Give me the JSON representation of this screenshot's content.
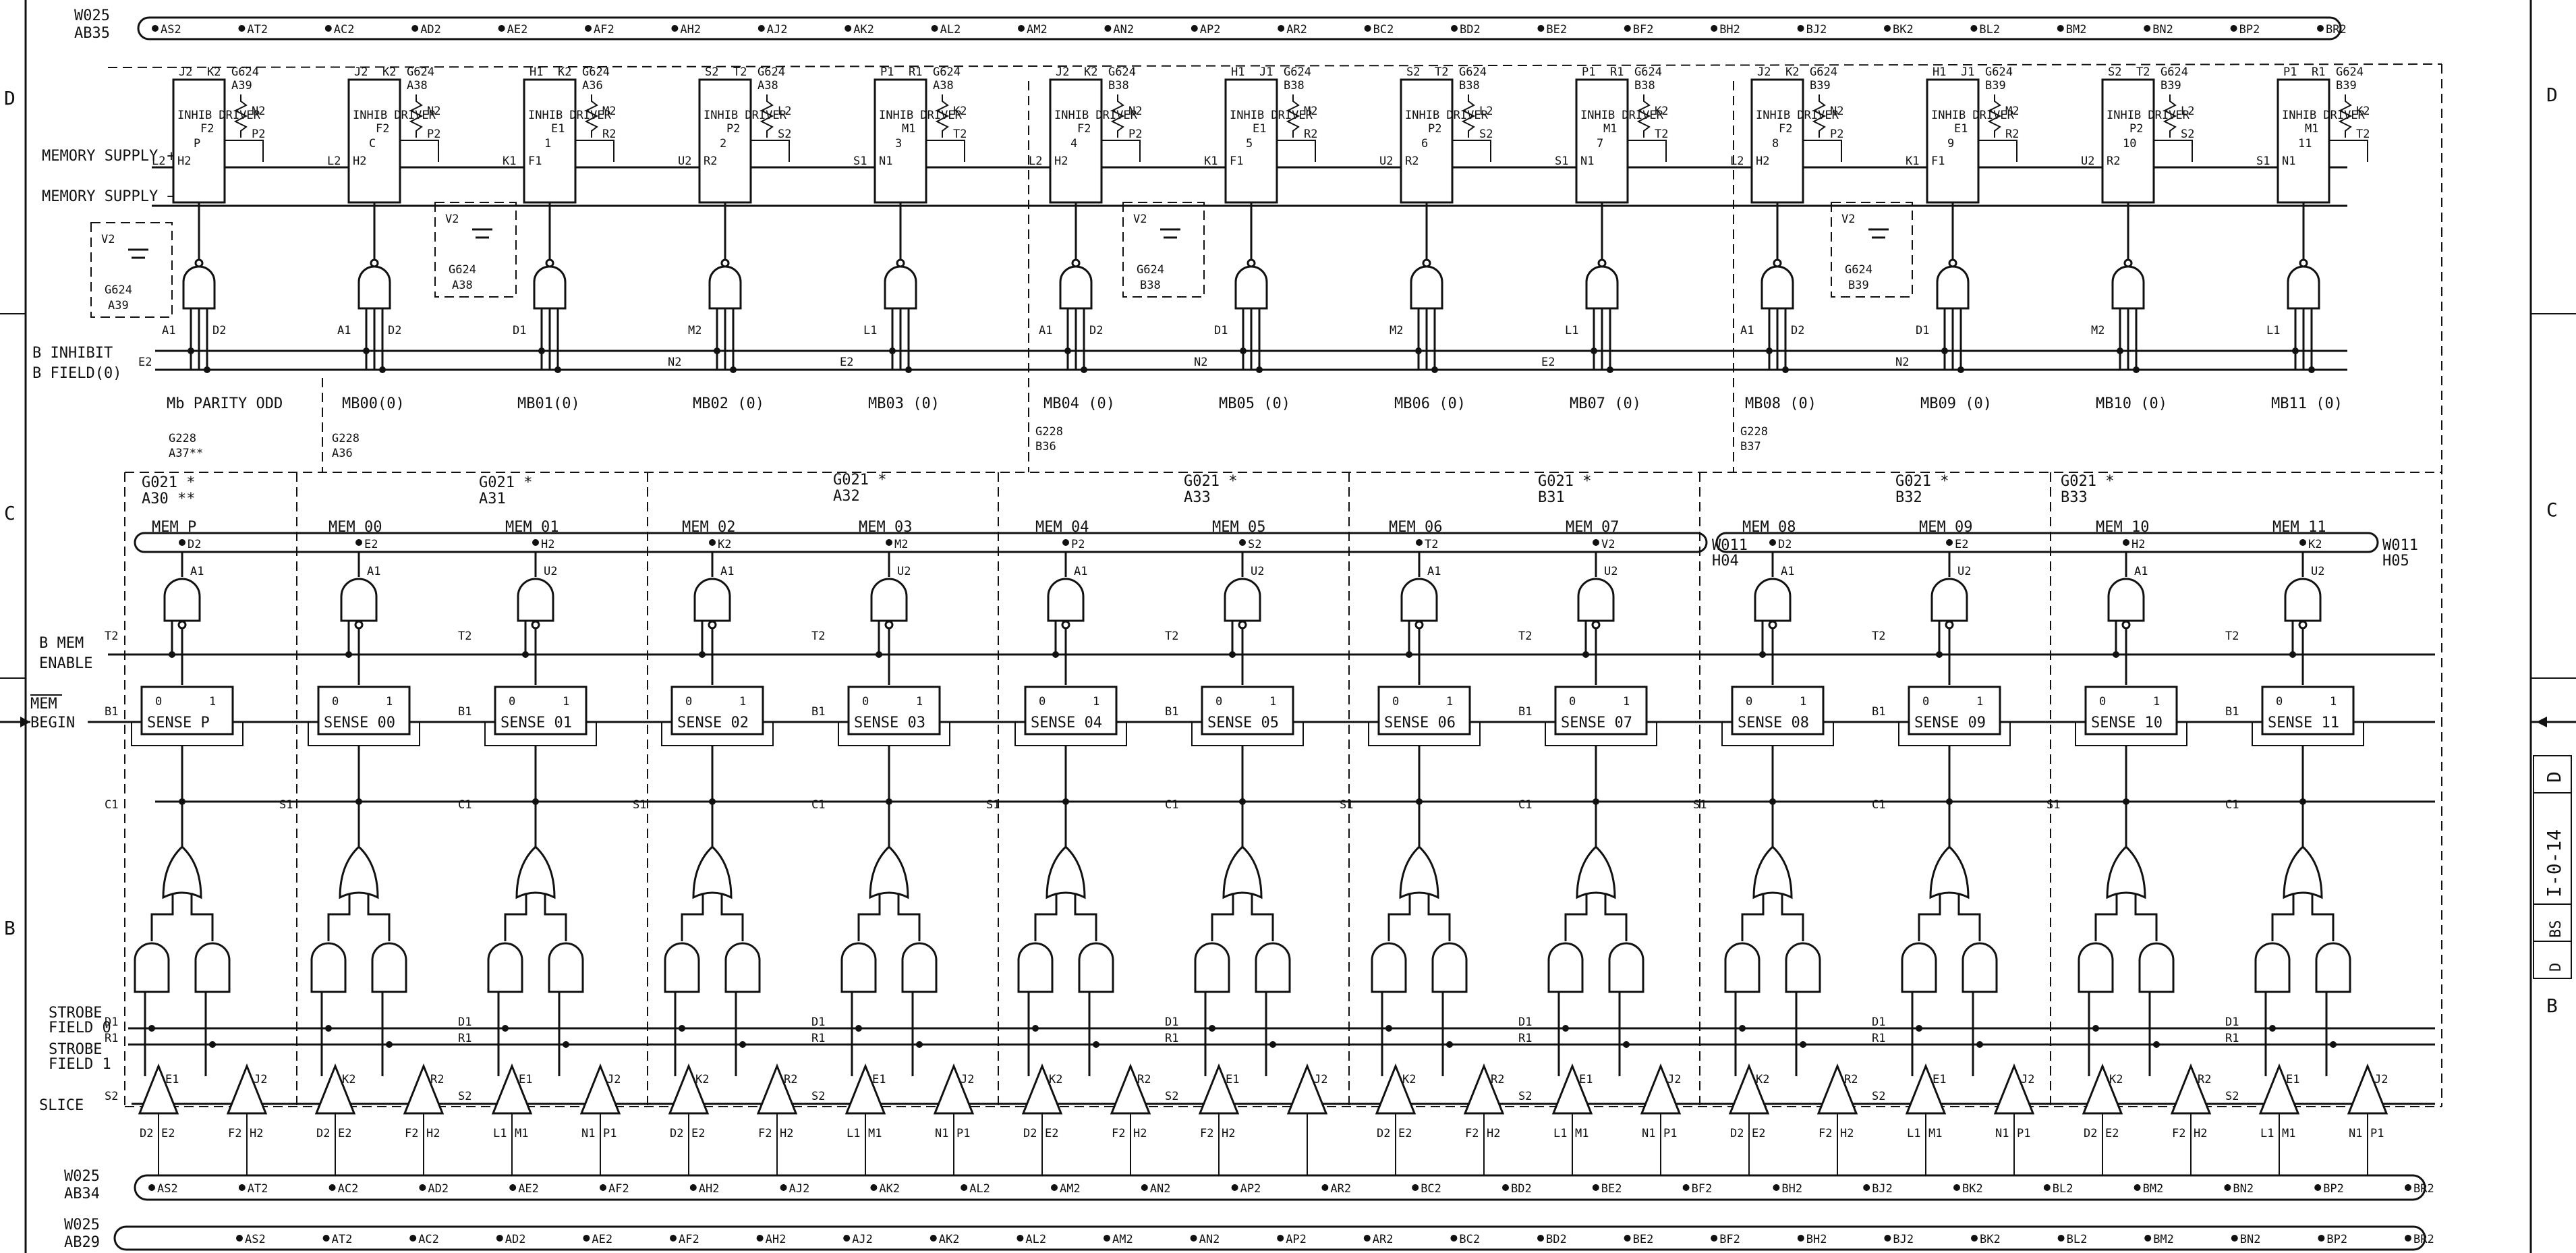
{
  "frame": {
    "zone_left": [
      "D",
      "C",
      "B"
    ],
    "zone_right": [
      "D",
      "C",
      "B"
    ]
  },
  "title_block": {
    "size": "D",
    "code": "BS",
    "number": "I-0-14",
    "letter": "D"
  },
  "top_bus": {
    "name": "W025",
    "loc": "AB35",
    "pins": [
      "AS2",
      "AT2",
      "AC2",
      "AD2",
      "AE2",
      "AF2",
      "AH2",
      "AJ2",
      "AK2",
      "AL2",
      "AM2",
      "AN2",
      "AP2",
      "AR2",
      "BC2",
      "BD2",
      "BE2",
      "BF2",
      "BH2",
      "BJ2",
      "BK2",
      "BL2",
      "BM2",
      "BN2",
      "BP2",
      "BR2"
    ]
  },
  "supply": {
    "plus": "MEMORY SUPPLY +",
    "minus": "MEMORY SUPPLY −",
    "v2": "V2",
    "caps": [
      {
        "g": "G624",
        "loc": "A39"
      },
      {
        "g": "G624",
        "loc": "A38"
      },
      {
        "g": "G624",
        "loc": "B38"
      },
      {
        "g": "G624",
        "loc": "B39"
      }
    ]
  },
  "drivers": [
    {
      "id": "P",
      "pins": [
        "J2",
        "K2"
      ],
      "g": "G624",
      "loc": "A39",
      "r": [
        "F2",
        "H2"
      ],
      "out": [
        "N2",
        "P2"
      ],
      "gate_in": [
        "A1",
        "D2"
      ],
      "mb": "Mb PARITY ODD",
      "side": "L2"
    },
    {
      "id": "C",
      "pins": [
        "J2",
        "K2"
      ],
      "g": "G624",
      "loc": "A38",
      "r": [
        "F2",
        "H2"
      ],
      "out": [
        "N2",
        "P2"
      ],
      "gate_in": [
        "A1",
        "D2"
      ],
      "mb": "MB00(0)",
      "side": "L2"
    },
    {
      "id": "1",
      "pins": [
        "H1",
        "K2"
      ],
      "g": "G624",
      "loc": "A36",
      "r": [
        "E1",
        "F1"
      ],
      "out": [
        "M2",
        "R2"
      ],
      "gate_in": [
        "D1"
      ],
      "mb": "MB01(0)",
      "side": "K1"
    },
    {
      "id": "2",
      "pins": [
        "S2",
        "T2"
      ],
      "g": "G624",
      "loc": "A38",
      "r": [
        "P2",
        "R2"
      ],
      "out": [
        "L2",
        "S2"
      ],
      "gate_in": [
        "M2"
      ],
      "mb": "MB02 (0)",
      "side": "U2"
    },
    {
      "id": "3",
      "pins": [
        "P1",
        "R1"
      ],
      "g": "G624",
      "loc": "A38",
      "r": [
        "M1",
        "N1"
      ],
      "out": [
        "K2",
        "T2"
      ],
      "gate_in": [
        "L1"
      ],
      "mb": "MB03 (0)",
      "side": "S1"
    },
    {
      "id": "4",
      "pins": [
        "J2",
        "K2"
      ],
      "g": "G624",
      "loc": "B38",
      "r": [
        "F2",
        "H2"
      ],
      "out": [
        "N2",
        "P2"
      ],
      "gate_in": [
        "A1",
        "D2"
      ],
      "mb": "MB04 (0)",
      "side": "L2"
    },
    {
      "id": "5",
      "pins": [
        "H1",
        "J1"
      ],
      "g": "G624",
      "loc": "B38",
      "r": [
        "E1",
        "F1"
      ],
      "out": [
        "M2",
        "R2"
      ],
      "gate_in": [
        "D1"
      ],
      "mb": "MB05 (0)",
      "side": "K1"
    },
    {
      "id": "6",
      "pins": [
        "S2",
        "T2"
      ],
      "g": "G624",
      "loc": "B38",
      "r": [
        "P2",
        "R2"
      ],
      "out": [
        "L2",
        "S2"
      ],
      "gate_in": [
        "M2"
      ],
      "mb": "MB06 (0)",
      "side": "U2"
    },
    {
      "id": "7",
      "pins": [
        "P1",
        "R1"
      ],
      "g": "G624",
      "loc": "B38",
      "r": [
        "M1",
        "N1"
      ],
      "out": [
        "K2",
        "T2"
      ],
      "gate_in": [
        "L1"
      ],
      "mb": "MB07 (0)",
      "side": "S1"
    },
    {
      "id": "8",
      "pins": [
        "J2",
        "K2"
      ],
      "g": "G624",
      "loc": "B39",
      "r": [
        "F2",
        "H2"
      ],
      "out": [
        "N2",
        "P2"
      ],
      "gate_in": [
        "A1",
        "D2"
      ],
      "mb": "MB08 (0)",
      "side": "L2"
    },
    {
      "id": "9",
      "pins": [
        "H1",
        "J1"
      ],
      "g": "G624",
      "loc": "B39",
      "r": [
        "E1",
        "F1"
      ],
      "out": [
        "M2",
        "R2"
      ],
      "gate_in": [
        "D1"
      ],
      "mb": "MB09 (0)",
      "side": "K1"
    },
    {
      "id": "10",
      "pins": [
        "S2",
        "T2"
      ],
      "g": "G624",
      "loc": "B39",
      "r": [
        "P2",
        "R2"
      ],
      "out": [
        "L2",
        "S2"
      ],
      "gate_in": [
        "M2"
      ],
      "mb": "MB10 (0)",
      "side": "U2"
    },
    {
      "id": "11",
      "pins": [
        "P1",
        "R1"
      ],
      "g": "G624",
      "loc": "B39",
      "r": [
        "M1",
        "N1"
      ],
      "out": [
        "K2",
        "T2"
      ],
      "gate_in": [
        "L1"
      ],
      "mb": "MB11 (0)",
      "side": "S1"
    }
  ],
  "driver_label": "INHIB DRIVER",
  "inhibit": {
    "b_inhibit": "B INHIBIT",
    "b_field": "B FIELD(0)",
    "e2": "E2",
    "n2": "N2"
  },
  "g228": [
    {
      "g": "G228",
      "loc": "A37**"
    },
    {
      "g": "G228",
      "loc": "A36"
    },
    {
      "g": "G228",
      "loc": "B36"
    },
    {
      "g": "G228",
      "loc": "B37"
    }
  ],
  "g021": [
    {
      "g": "G021 *",
      "loc": "A30 **"
    },
    {
      "g": "G021 *",
      "loc": "A31"
    },
    {
      "g": "G021 *",
      "loc": "A32"
    },
    {
      "g": "G021 *",
      "loc": "A33"
    },
    {
      "g": "G021 *",
      "loc": "B31"
    },
    {
      "g": "G021 *",
      "loc": "B32"
    },
    {
      "g": "G021 *",
      "loc": "B33"
    }
  ],
  "mem_bus": [
    {
      "name": "W011",
      "loc": "H04"
    },
    {
      "name": "W011",
      "loc": "H05"
    }
  ],
  "sense": [
    {
      "mem": "MEM P",
      "pin": "D2",
      "gin": "A1",
      "label": "SENSE P"
    },
    {
      "mem": "MEM 00",
      "pin": "E2",
      "gin": "A1",
      "label": "SENSE 00"
    },
    {
      "mem": "MEM 01",
      "pin": "H2",
      "gin": "U2",
      "label": "SENSE 01"
    },
    {
      "mem": "MEM 02",
      "pin": "K2",
      "gin": "A1",
      "label": "SENSE 02"
    },
    {
      "mem": "MEM 03",
      "pin": "M2",
      "gin": "U2",
      "label": "SENSE 03"
    },
    {
      "mem": "MEM 04",
      "pin": "P2",
      "gin": "A1",
      "label": "SENSE 04"
    },
    {
      "mem": "MEM 05",
      "pin": "S2",
      "gin": "U2",
      "label": "SENSE 05"
    },
    {
      "mem": "MEM 06",
      "pin": "T2",
      "gin": "A1",
      "label": "SENSE 06"
    },
    {
      "mem": "MEM 07",
      "pin": "V2",
      "gin": "U2",
      "label": "SENSE 07"
    },
    {
      "mem": "MEM 08",
      "pin": "D2",
      "gin": "A1",
      "label": "SENSE 08"
    },
    {
      "mem": "MEM 09",
      "pin": "E2",
      "gin": "U2",
      "label": "SENSE 09"
    },
    {
      "mem": "MEM 10",
      "pin": "H2",
      "gin": "A1",
      "label": "SENSE 10"
    },
    {
      "mem": "MEM 11",
      "pin": "K2",
      "gin": "U2",
      "label": "SENSE 11"
    }
  ],
  "sense_inner": {
    "zero": "0",
    "one": "1"
  },
  "control": {
    "b_mem": "B MEM",
    "enable": "ENABLE",
    "mem": "MEM",
    "begin": "BEGIN",
    "t2": "T2",
    "b1": "B1",
    "c1": "C1",
    "s1": "S1",
    "strobe0": [
      "STROBE",
      "FIELD 0"
    ],
    "strobe1": [
      "STROBE",
      "FIELD 1"
    ],
    "slice": "SLICE",
    "d1": "D1",
    "r1": "R1",
    "s2": "S2"
  },
  "slice_pins": [
    "E1",
    "J2",
    "K2",
    "R2"
  ],
  "amp_pins": [
    [
      "D2",
      "E2",
      "F2",
      "H2"
    ],
    [
      "D2",
      "E2",
      "F2",
      "H2"
    ],
    [
      "L1",
      "M1",
      "N1",
      "P1"
    ],
    [
      "D2",
      "E2",
      "F2",
      "H2"
    ],
    [
      "L1",
      "M1",
      "N1",
      "P1"
    ],
    [
      "D2",
      "E2",
      "F2",
      "H2"
    ],
    [
      "F2",
      "H2"
    ],
    [
      "D2",
      "E2",
      "F2",
      "H2"
    ],
    [
      "L1",
      "M1",
      "N1",
      "P1"
    ],
    [
      "D2",
      "E2",
      "F2",
      "H2"
    ],
    [
      "L1",
      "M1",
      "N1",
      "P1"
    ],
    [
      "D2",
      "E2",
      "F2",
      "H2"
    ],
    [
      "L1",
      "M1",
      "N1",
      "P1"
    ]
  ],
  "bottom_bus_1": {
    "name": "W025",
    "loc": "AB34",
    "pins": [
      "AS2",
      "AT2",
      "AC2",
      "AD2",
      "AE2",
      "AF2",
      "AH2",
      "AJ2",
      "AK2",
      "AL2",
      "AM2",
      "AN2",
      "AP2",
      "AR2",
      "BC2",
      "BD2",
      "BE2",
      "BF2",
      "BH2",
      "BJ2",
      "BK2",
      "BL2",
      "BM2",
      "BN2",
      "BP2",
      "BR2"
    ]
  },
  "bottom_bus_2": {
    "name": "W025",
    "loc": "AB29",
    "pins": [
      "AS2",
      "AT2",
      "AC2",
      "AD2",
      "AE2",
      "AF2",
      "AH2",
      "AJ2",
      "AK2",
      "AL2",
      "AM2",
      "AN2",
      "AP2",
      "AR2",
      "BC2",
      "BD2",
      "BE2",
      "BF2",
      "BH2",
      "BJ2",
      "BK2",
      "BL2",
      "BM2",
      "BN2",
      "BP2",
      "BR2"
    ]
  }
}
